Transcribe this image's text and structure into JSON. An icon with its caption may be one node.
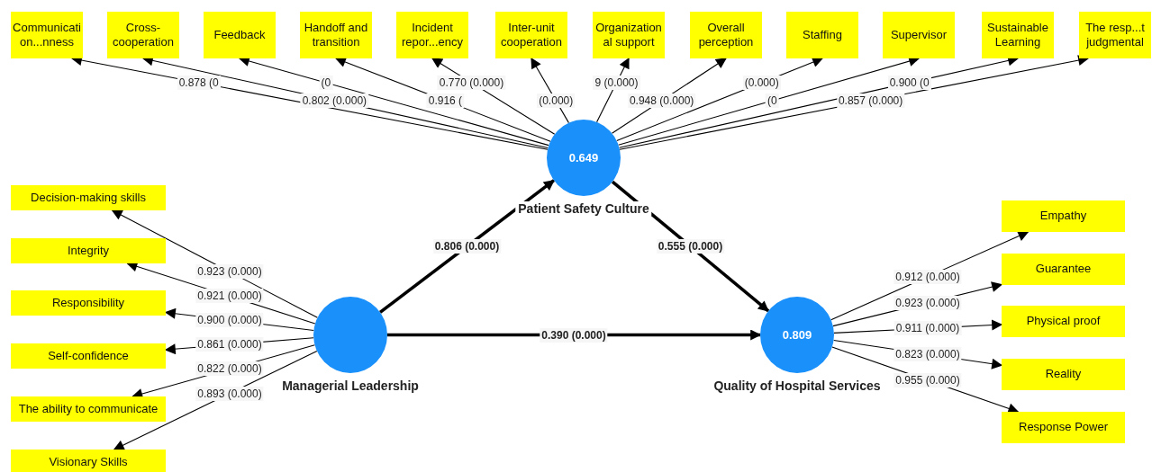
{
  "diagram": {
    "nodes": [
      {
        "text": [
          "Communication...nness"
        ]
      },
      {
        "text": [
          "Cross-cooperation"
        ]
      },
      {
        "text": [
          "Feedback"
        ]
      },
      {
        "text": [
          "Handoff and transition"
        ]
      },
      {
        "text": [
          "Incident repor...ency"
        ]
      },
      {
        "text": [
          "Inter-unit cooperation"
        ]
      },
      {
        "text": [
          "Organizational support"
        ]
      },
      {
        "text": [
          "Overall perception"
        ]
      },
      {
        "text": [
          "Staffing"
        ]
      },
      {
        "text": [
          "Supervisor"
        ]
      },
      {
        "text": [
          "Sustainable Learning"
        ]
      },
      {
        "text": [
          "The resp...t judgmental"
        ]
      },
      {
        "text": [
          "0.649",
          "Patient Safety Culture"
        ]
      },
      {
        "text": [
          "Decision-making skills"
        ]
      },
      {
        "text": [
          "Integrity"
        ]
      },
      {
        "text": [
          "Responsibility"
        ]
      },
      {
        "text": [
          "Self-confidence"
        ]
      },
      {
        "text": [
          "The ability to communicate"
        ]
      },
      {
        "text": [
          "Visionary Skills"
        ]
      },
      {
        "text": [
          "Managerial Leadership"
        ]
      },
      {
        "text": [
          "0.809",
          "Quality of Hospital Services"
        ]
      },
      {
        "text": [
          "Empathy"
        ]
      },
      {
        "text": [
          "Guarantee"
        ]
      },
      {
        "text": [
          "Physical proof"
        ]
      },
      {
        "text": [
          "Reality"
        ]
      },
      {
        "text": [
          "Response Power"
        ]
      }
    ],
    "edges": [
      {
        "from": 12,
        "to": 0,
        "arrow": "to",
        "label": "0.878 (0"
      },
      {
        "from": 12,
        "to": 1,
        "arrow": "to",
        "label": "0.802 (0.000)"
      },
      {
        "from": 12,
        "to": 2,
        "arrow": "to",
        "label": "(0"
      },
      {
        "from": 12,
        "to": 3,
        "arrow": "to",
        "label": "0.916 ("
      },
      {
        "from": 12,
        "to": 4,
        "arrow": "to",
        "label": "0.770 (0.000)"
      },
      {
        "from": 12,
        "to": 5,
        "arrow": "to",
        "label": "(0.000)"
      },
      {
        "from": 12,
        "to": 6,
        "arrow": "to",
        "label": "9 (0.000)"
      },
      {
        "from": 12,
        "to": 7,
        "arrow": "to",
        "label": "0.948 (0.000)"
      },
      {
        "from": 12,
        "to": 8,
        "arrow": "to",
        "label": "(0.000)"
      },
      {
        "from": 12,
        "to": 9,
        "arrow": "to",
        "label": "(0"
      },
      {
        "from": 12,
        "to": 10,
        "arrow": "to",
        "label": "0.900 (0"
      },
      {
        "from": 12,
        "to": 11,
        "arrow": "to",
        "label": "0.857 (0.000)"
      },
      {
        "from": 19,
        "to": 12,
        "arrow": "to",
        "label": "0.806 (0.000)",
        "style": "thick"
      },
      {
        "from": 12,
        "to": 20,
        "arrow": "to",
        "label": "0.555 (0.000)",
        "style": "thick"
      },
      {
        "from": 19,
        "to": 13,
        "arrow": "to",
        "label": "0.923 (0.000)"
      },
      {
        "from": 19,
        "to": 14,
        "arrow": "to",
        "label": "0.921 (0.000)"
      },
      {
        "from": 19,
        "to": 15,
        "arrow": "to",
        "label": "0.900 (0.000)"
      },
      {
        "from": 19,
        "to": 16,
        "arrow": "to",
        "label": "0.861 (0.000)"
      },
      {
        "from": 19,
        "to": 17,
        "arrow": "to",
        "label": "0.822 (0.000)"
      },
      {
        "from": 19,
        "to": 18,
        "arrow": "to",
        "label": "0.893 (0.000)"
      },
      {
        "from": 19,
        "to": 20,
        "arrow": "to",
        "label": "0.390 (0.000)",
        "style": "thick"
      },
      {
        "from": 20,
        "to": 21,
        "arrow": "to",
        "label": "0.912 (0.000)"
      },
      {
        "from": 20,
        "to": 22,
        "arrow": "to",
        "label": "0.923 (0.000)"
      },
      {
        "from": 20,
        "to": 23,
        "arrow": "to",
        "label": "0.911 (0.000)"
      },
      {
        "from": 20,
        "to": 24,
        "arrow": "to",
        "label": "0.823 (0.000)"
      },
      {
        "from": 20,
        "to": 25,
        "arrow": "to",
        "label": "0.955 (0.000)"
      }
    ]
  }
}
